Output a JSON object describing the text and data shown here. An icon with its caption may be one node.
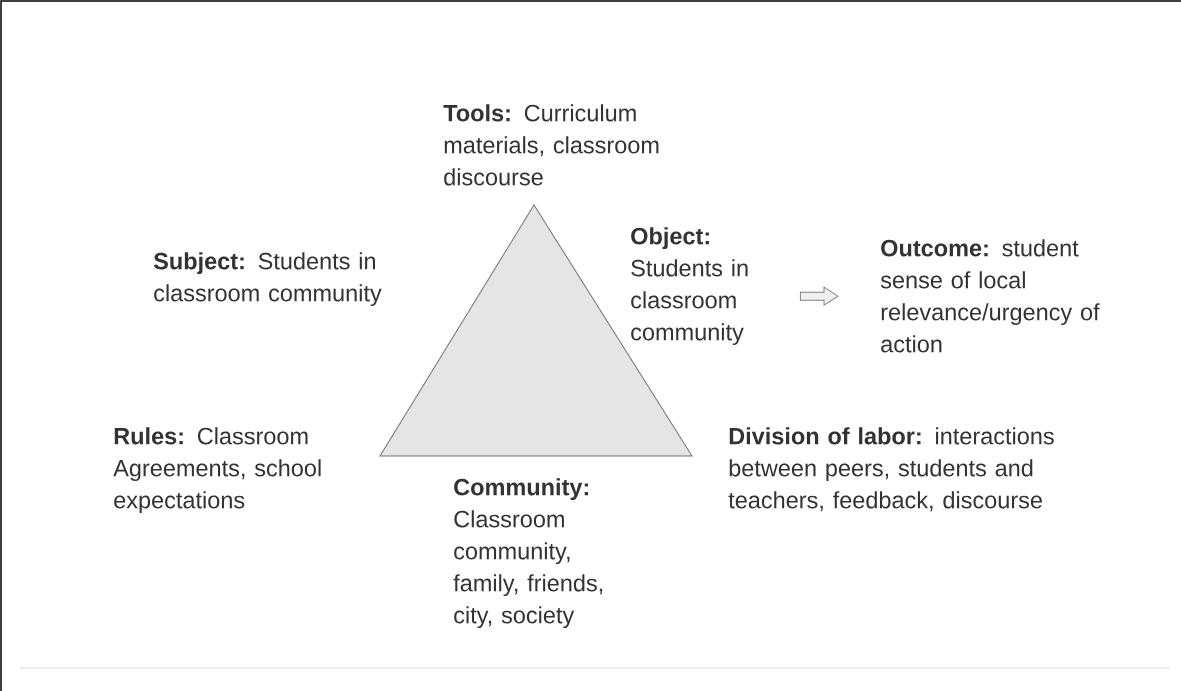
{
  "diagram": {
    "nodes": [
      {
        "text": [
          "**Tools:** Curriculum materials, classroom discourse"
        ]
      },
      {
        "text": [
          "**Subject:** Students in classroom community"
        ]
      },
      {
        "text": [
          "**Object:** Students in classroom community"
        ]
      },
      {
        "text": [
          "**Outcome:** student sense of local relevance/urgency of action"
        ]
      },
      {
        "text": [
          "**Rules:** Classroom Agreements, school expectations"
        ]
      },
      {
        "text": [
          "**Community:** Classroom community, family, friends, city, society"
        ]
      },
      {
        "text": [
          "**Division of labor:** interactions between peers, students and teachers, feedback, discourse"
        ]
      }
    ],
    "edges": [
      {
        "from": 2,
        "to": 3,
        "arrow": "to"
      }
    ]
  }
}
